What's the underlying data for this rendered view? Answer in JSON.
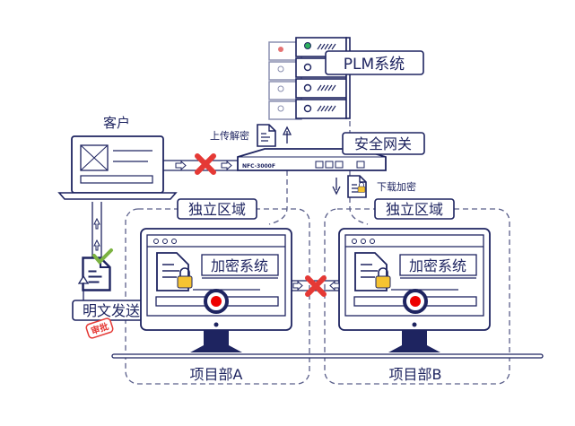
{
  "server": {
    "label": "PLM系统"
  },
  "client": {
    "label": "客户"
  },
  "gateway": {
    "label": "安全网关",
    "model": "NFC-3000F"
  },
  "upload": {
    "label": "上传解密"
  },
  "download": {
    "label": "下载加密"
  },
  "plaintext": {
    "label": "明文发送",
    "stamp": "审批"
  },
  "zones": [
    {
      "label": "独立区域",
      "system": "加密系统",
      "dept": "项目部A"
    },
    {
      "label": "独立区域",
      "system": "加密系统",
      "dept": "项目部B"
    }
  ],
  "colors": {
    "navy": "#1e2460",
    "red": "#e53935",
    "green": "#7cb342",
    "lock": "#f5c331",
    "dash": "#5a5f8a"
  }
}
